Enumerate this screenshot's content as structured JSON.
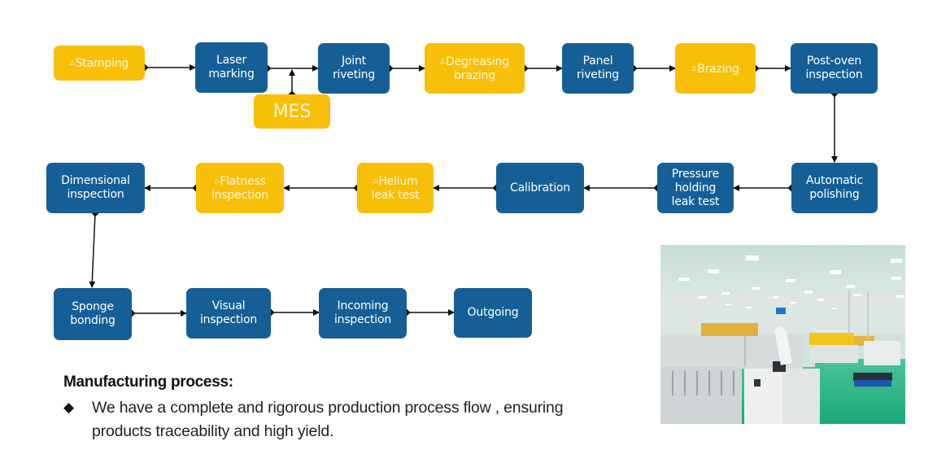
{
  "colors": {
    "blue": "#155f96",
    "yellow": "#f8bf08",
    "connector": "#111111"
  },
  "flow": {
    "marker_icon": "triangle-outline-icon",
    "nodes": {
      "stamping": {
        "label": "Stamping",
        "style": "yellow",
        "marked": true
      },
      "laser_marking": {
        "label": "Laser\nmarking",
        "style": "blue",
        "marked": false
      },
      "mes": {
        "label": "MES",
        "style": "yellow",
        "marked": false
      },
      "joint_riveting": {
        "label": "Joint\nriveting",
        "style": "blue",
        "marked": false
      },
      "degreasing_brazing": {
        "label": "Degreasing\nbrazing",
        "style": "yellow",
        "marked": true
      },
      "panel_riveting": {
        "label": "Panel\nriveting",
        "style": "blue",
        "marked": false
      },
      "brazing": {
        "label": "Brazing",
        "style": "yellow",
        "marked": true
      },
      "post_oven_inspection": {
        "label": "Post-oven\ninspection",
        "style": "blue",
        "marked": false
      },
      "automatic_polishing": {
        "label": "Automatic\npolishing",
        "style": "blue",
        "marked": false
      },
      "pressure_holding_leak_test": {
        "label": "Pressure\nholding\nleak test",
        "style": "blue",
        "marked": false
      },
      "calibration": {
        "label": "Calibration",
        "style": "blue",
        "marked": false
      },
      "helium_leak_test": {
        "label": "Helium\nleak test",
        "style": "yellow",
        "marked": true
      },
      "flatness_inspection": {
        "label": "Flatness\ninspection",
        "style": "yellow",
        "marked": true
      },
      "dimensional_inspection": {
        "label": "Dimensional\ninspection",
        "style": "blue",
        "marked": false
      },
      "sponge_bonding": {
        "label": "Sponge\nbonding",
        "style": "blue",
        "marked": false
      },
      "visual_inspection": {
        "label": "Visual\ninspection",
        "style": "blue",
        "marked": false
      },
      "incoming_inspection": {
        "label": "Incoming\ninspection",
        "style": "blue",
        "marked": false
      },
      "outgoing": {
        "label": "Outgoing",
        "style": "blue",
        "marked": false
      }
    },
    "edges": [
      {
        "from": "stamping",
        "to": "laser_marking"
      },
      {
        "from": "laser_marking",
        "to": "joint_riveting"
      },
      {
        "from": "mes",
        "to": "laser_marking-joint_riveting link"
      },
      {
        "from": "joint_riveting",
        "to": "degreasing_brazing"
      },
      {
        "from": "degreasing_brazing",
        "to": "panel_riveting"
      },
      {
        "from": "panel_riveting",
        "to": "brazing"
      },
      {
        "from": "brazing",
        "to": "post_oven_inspection"
      },
      {
        "from": "post_oven_inspection",
        "to": "automatic_polishing"
      },
      {
        "from": "automatic_polishing",
        "to": "pressure_holding_leak_test"
      },
      {
        "from": "pressure_holding_leak_test",
        "to": "calibration"
      },
      {
        "from": "calibration",
        "to": "helium_leak_test"
      },
      {
        "from": "helium_leak_test",
        "to": "flatness_inspection"
      },
      {
        "from": "flatness_inspection",
        "to": "dimensional_inspection"
      },
      {
        "from": "dimensional_inspection",
        "to": "sponge_bonding"
      },
      {
        "from": "sponge_bonding",
        "to": "visual_inspection"
      },
      {
        "from": "visual_inspection",
        "to": "incoming_inspection"
      },
      {
        "from": "incoming_inspection",
        "to": "outgoing"
      }
    ]
  },
  "note": {
    "title": "Manufacturing process:",
    "bullet_icon": "diamond-bullet-icon",
    "bullet_glyph": "◆",
    "text": "We have a complete and rigorous production process flow , ensuring products traceability and high yield."
  },
  "photo": {
    "description": "Factory production line with robotic arm, yellow machinery and green epoxy floor"
  }
}
